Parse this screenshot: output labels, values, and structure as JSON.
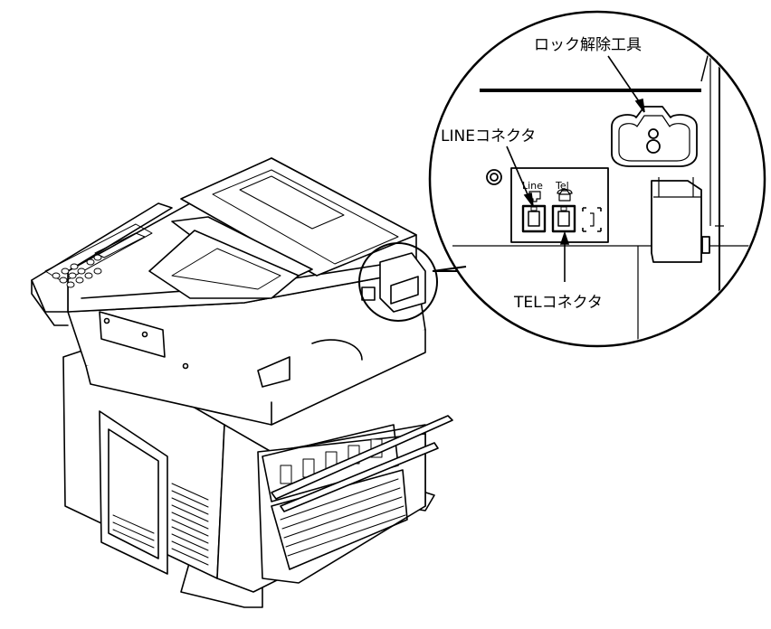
{
  "labels": {
    "lock_release_tool": "ロック解除工具",
    "line_connector": "LINEコネクタ",
    "tel_connector": "TELコネクタ",
    "port_line": "Line",
    "port_tel": "Tel"
  },
  "colors": {
    "stroke": "#000000",
    "background": "#ffffff",
    "tint": "#d9d9d9"
  },
  "icons": {
    "line_port": "telephone-jack-icon",
    "tel_port": "telephone-handset-icon",
    "ground": "ground-terminal-icon"
  }
}
